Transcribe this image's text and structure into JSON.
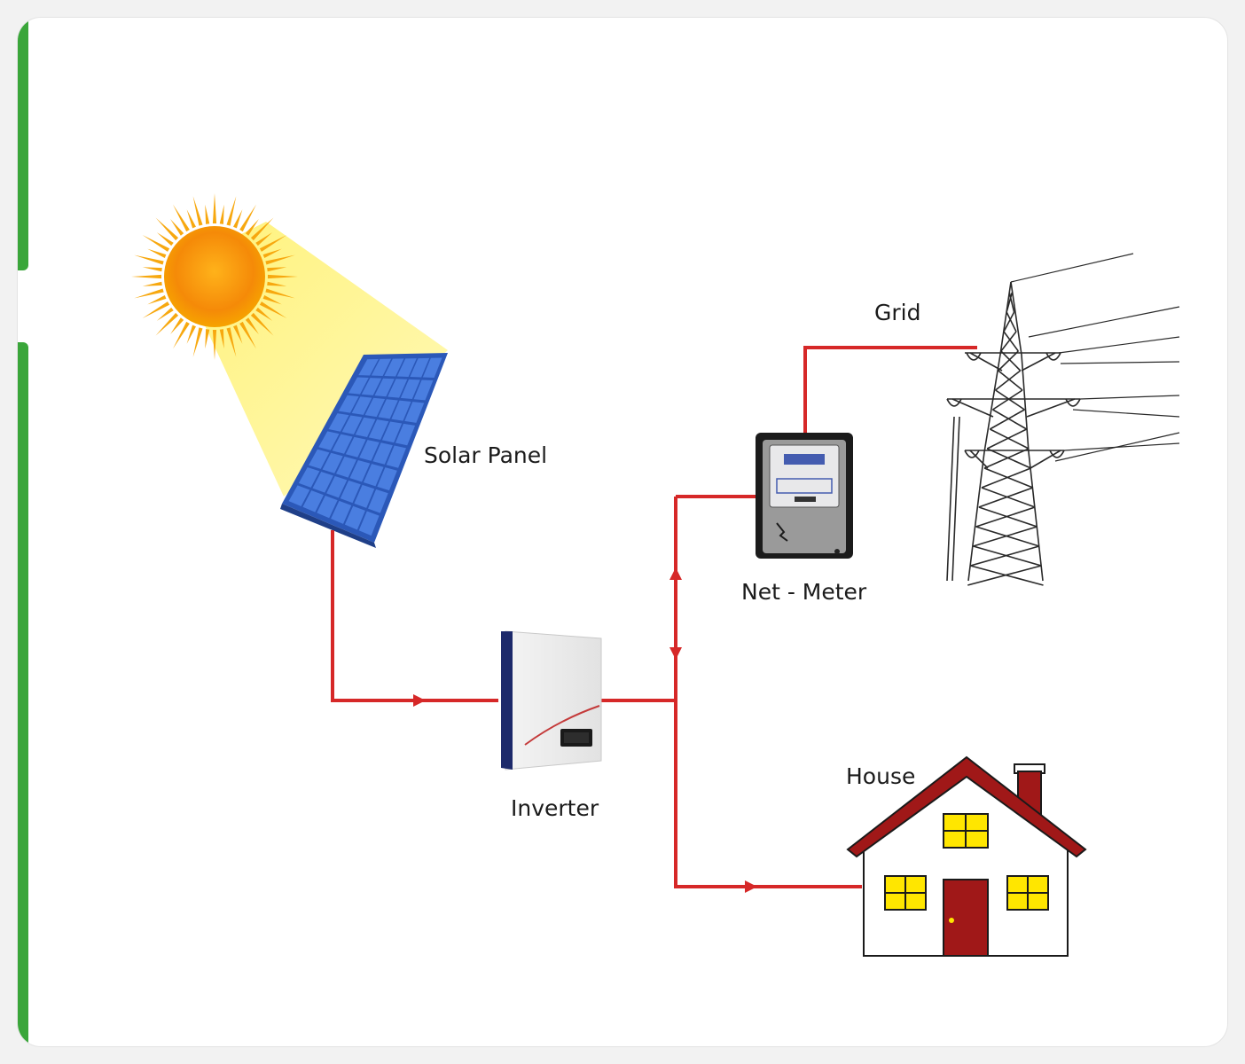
{
  "labels": {
    "solar_panel": "Solar Panel",
    "inverter": "Inverter",
    "net_meter": "Net - Meter",
    "grid": "Grid",
    "house": "House"
  },
  "colors": {
    "wire": "#d62828",
    "accent": "#3aa63a",
    "sun": "#f7a10f",
    "panel": "#2e5fc6",
    "roof": "#a01818",
    "window": "#ffe600"
  },
  "icons": [
    "sun-icon",
    "solar-panel-icon",
    "inverter-icon",
    "net-meter-icon",
    "transmission-tower-icon",
    "house-icon"
  ]
}
